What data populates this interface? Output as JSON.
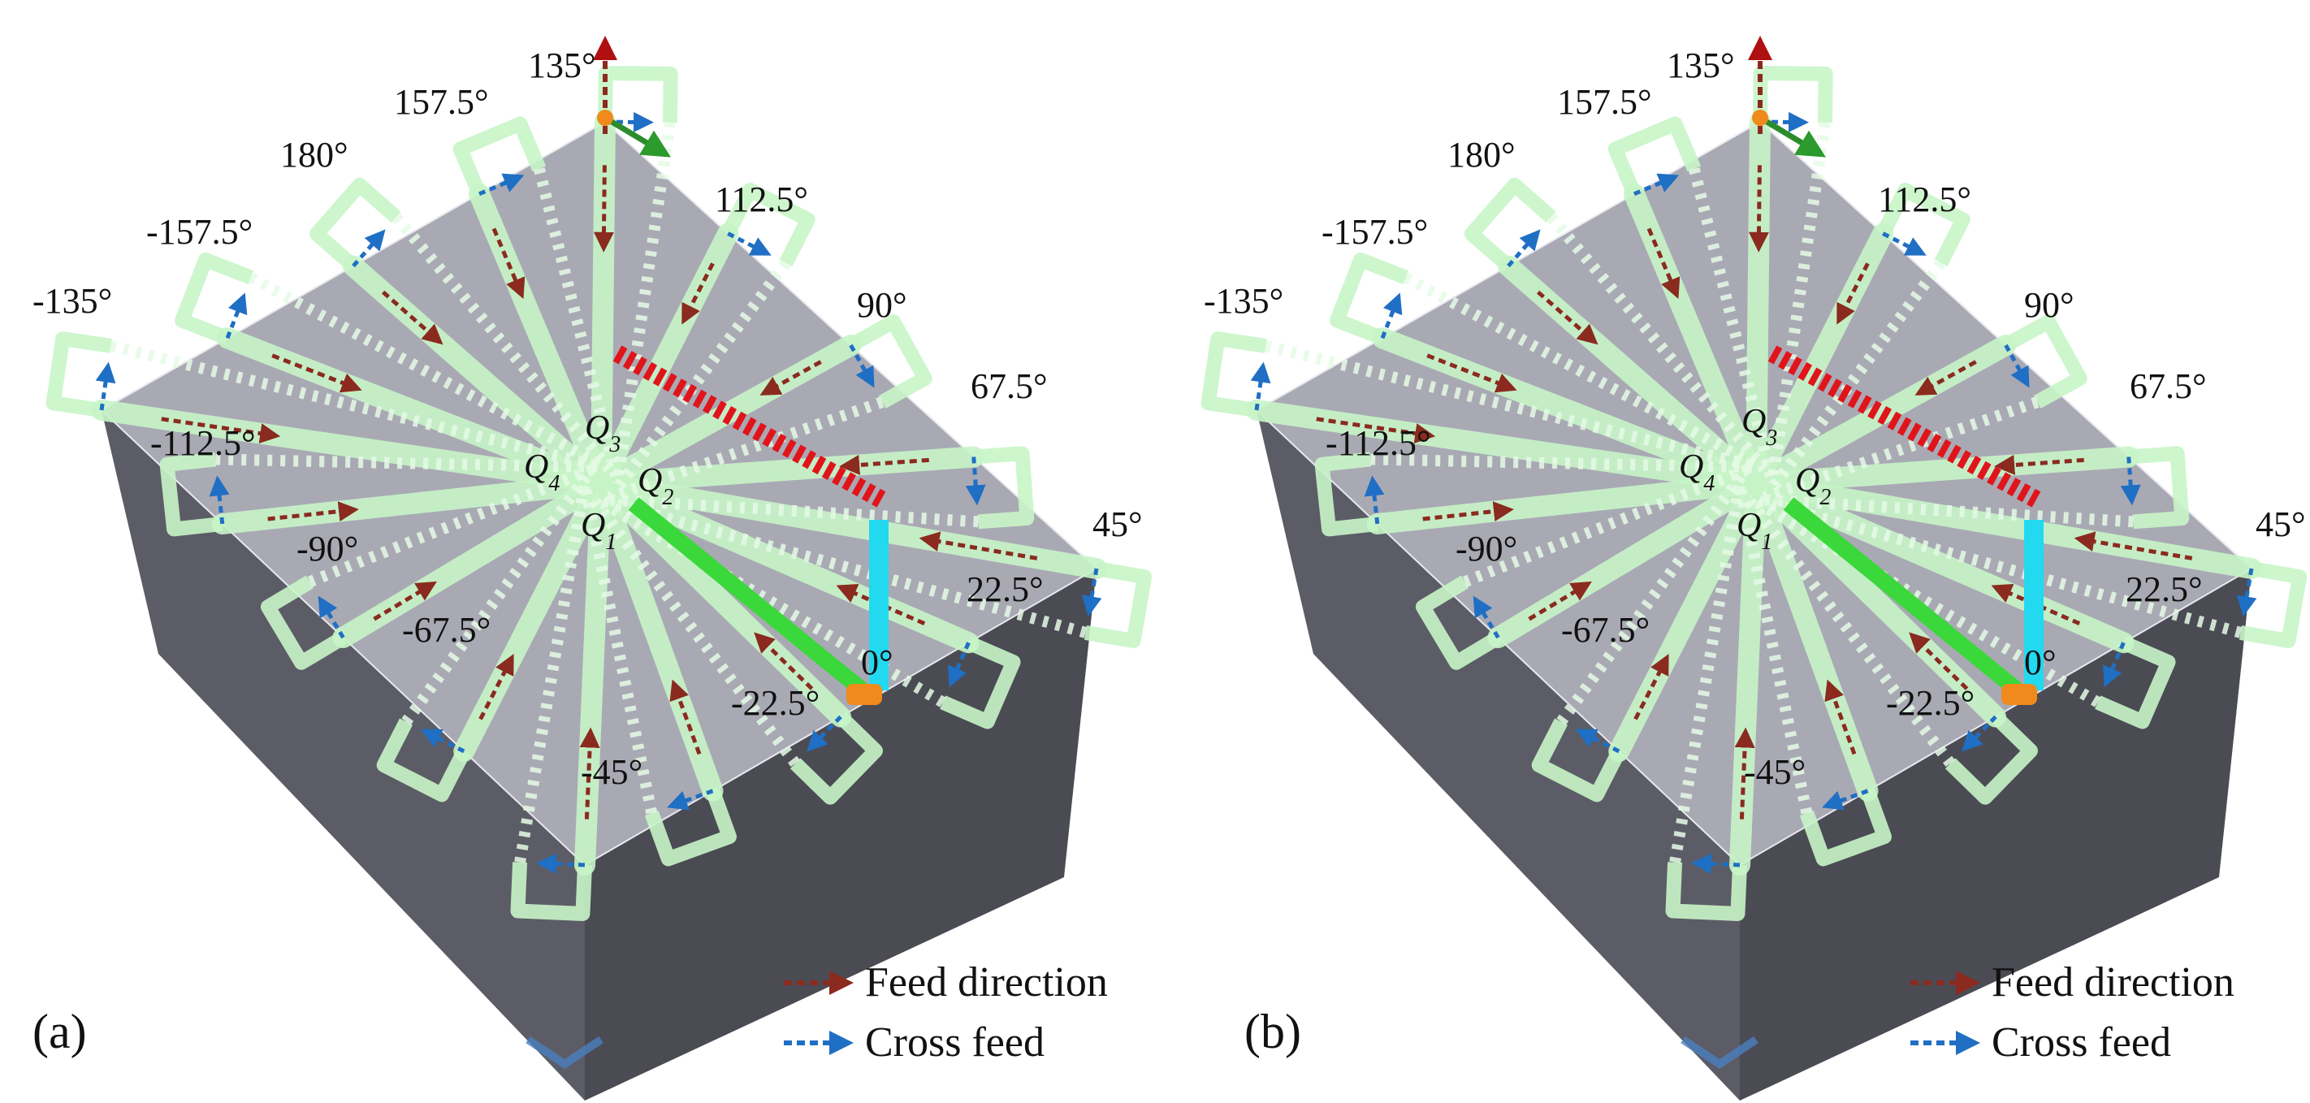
{
  "panels": [
    {
      "label": "(a)",
      "angles": [
        "135°",
        "157.5°",
        "180°",
        "-157.5°",
        "-135°",
        "-112.5°",
        "-90°",
        "-67.5°",
        "-45°",
        "-22.5°",
        "0°",
        "22.5°",
        "45°",
        "67.5°",
        "90°",
        "112.5°"
      ],
      "points": [
        "Q",
        "Q",
        "Q",
        "Q"
      ],
      "subscripts": [
        "1",
        "2",
        "3",
        "4"
      ],
      "legend": {
        "feed": "Feed direction",
        "cross": "Cross feed"
      }
    },
    {
      "label": "(b)",
      "angles": [
        "135°",
        "157.5°",
        "180°",
        "-157.5°",
        "-135°",
        "-112.5°",
        "-90°",
        "-67.5°",
        "-45°",
        "-22.5°",
        "0°",
        "22.5°",
        "45°",
        "67.5°",
        "90°",
        "112.5°"
      ],
      "points": [
        "Q",
        "Q",
        "Q",
        "Q"
      ],
      "subscripts": [
        "1",
        "2",
        "3",
        "4"
      ],
      "legend": {
        "feed": "Feed direction",
        "cross": "Cross feed"
      }
    }
  ],
  "colors": {
    "top_face": "#a9a9b4",
    "left_face": "#5c5c66",
    "right_face": "#4b4b54",
    "path_green": "#c8f5c8",
    "feed_arrow": "#8b2a1f",
    "cross_arrow": "#1f6fc4",
    "red_segment": "#e0151b",
    "green_segment": "#3ad83a",
    "cyan_segment": "#22d9f0",
    "orange_tool": "#f08a1c"
  }
}
